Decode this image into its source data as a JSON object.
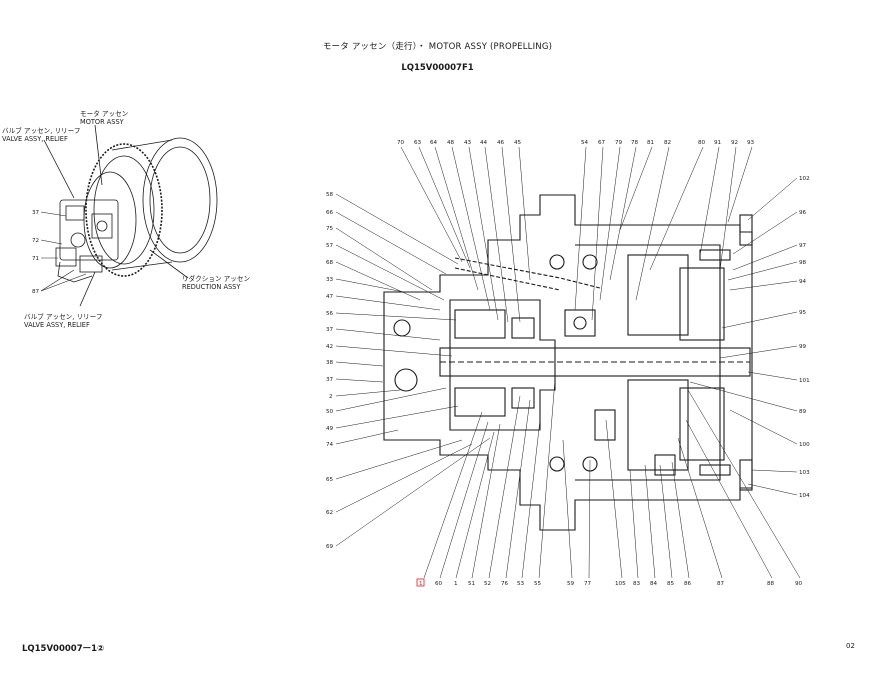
{
  "header": {
    "title": "モータ アッセン（走行）・ MOTOR ASSY (PROPELLING)",
    "part_number": "LQ15V00007F1"
  },
  "overview": {
    "motor_assy_jp": "モータ アッセン",
    "motor_assy_en": "MOTOR ASSY",
    "relief_top_jp": "バルブ アッセン, リリーフ",
    "relief_top_en": "VALVE ASSY, RELIEF",
    "reduction_jp": "リダクション アッセン",
    "reduction_en": "REDUCTION ASSY",
    "relief_bottom_jp": "バルブ アッセン, リリーフ",
    "relief_bottom_en": "VALVE ASSY, RELIEF",
    "refs": [
      "37",
      "72",
      "71",
      "87"
    ]
  },
  "callouts": {
    "top": [
      "70",
      "63",
      "64",
      "48",
      "43",
      "44",
      "46",
      "45",
      "54",
      "67",
      "79",
      "78",
      "81",
      "82",
      "80",
      "91",
      "92",
      "93"
    ],
    "left": [
      "58",
      "66",
      "75",
      "57",
      "68",
      "33",
      "47",
      "56",
      "37",
      "42",
      "38",
      "37",
      "2",
      "50",
      "49",
      "74",
      "65",
      "62",
      "69"
    ],
    "right": [
      "102",
      "96",
      "97",
      "98",
      "94",
      "95",
      "99",
      "101",
      "89",
      "100",
      "103",
      "104"
    ],
    "bottom": [
      "1",
      "60",
      "1",
      "51",
      "52",
      "76",
      "53",
      "55",
      "59",
      "77",
      "105",
      "83",
      "84",
      "85",
      "86",
      "87",
      "88",
      "90"
    ]
  },
  "footer": {
    "left": "LQ15V00007ー1②",
    "right": "02"
  },
  "colors": {
    "ink": "#1a1a1a",
    "highlight": "#d81e1e"
  }
}
